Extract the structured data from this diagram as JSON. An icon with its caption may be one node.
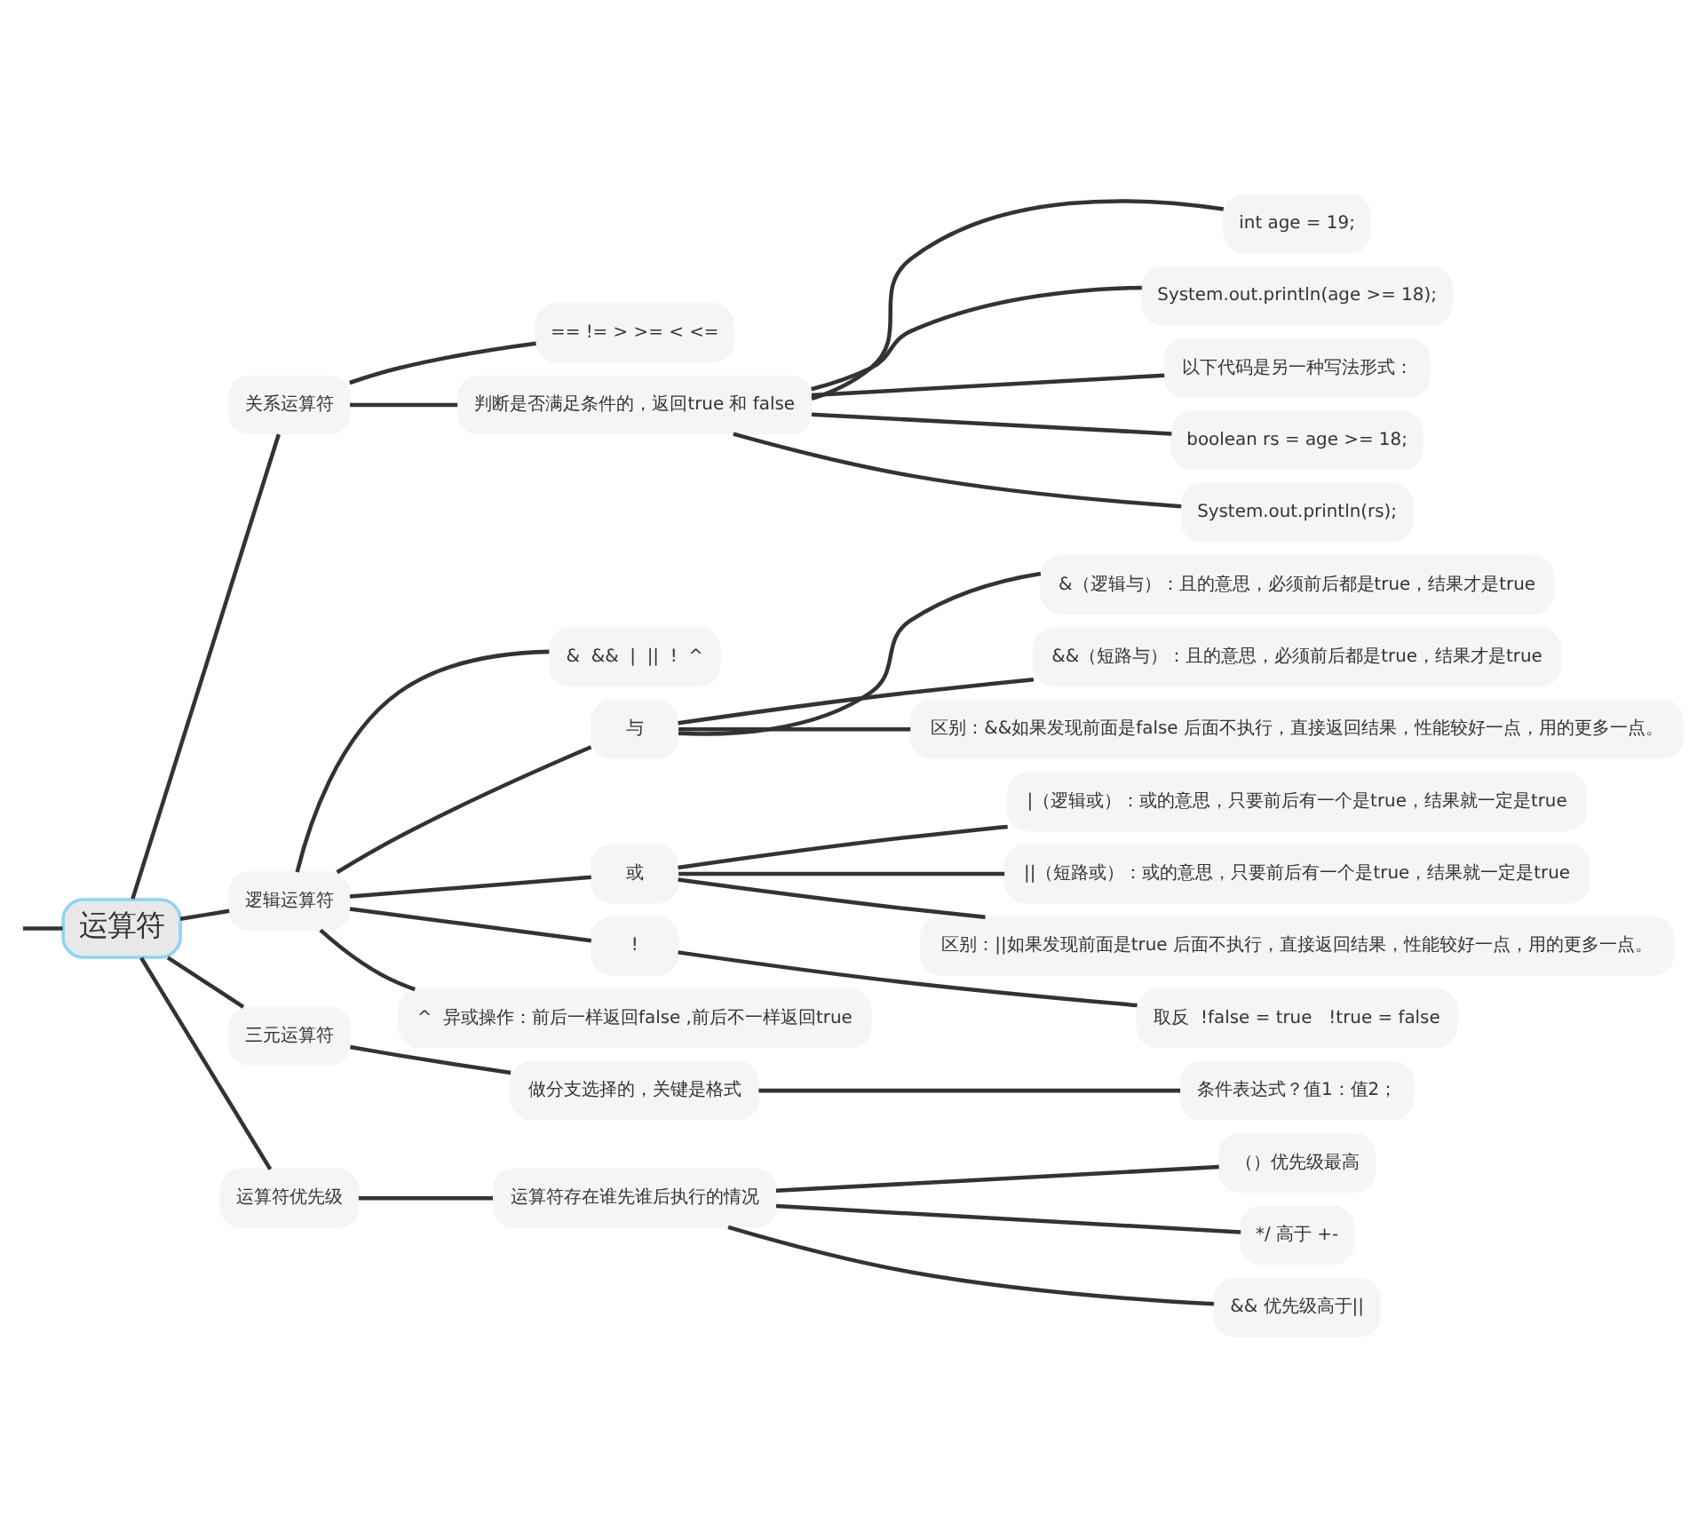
{
  "diagram": {
    "nodes": [
      {
        "text": [
          "运算符"
        ]
      },
      {
        "text": [
          "关系运算符"
        ]
      },
      {
        "text": [
          "== != > >= < <="
        ]
      },
      {
        "text": [
          "判断是否满足条件的，返回true 和 false"
        ]
      },
      {
        "text": [
          "int age = 19;"
        ]
      },
      {
        "text": [
          "System.out.println(age >= 18);"
        ]
      },
      {
        "text": [
          "以下代码是另一种写法形式："
        ]
      },
      {
        "text": [
          "boolean rs = age >= 18;"
        ]
      },
      {
        "text": [
          "System.out.println(rs);"
        ]
      },
      {
        "text": [
          "逻辑运算符"
        ]
      },
      {
        "text": [
          "&  &&  |  ||  !  ^"
        ]
      },
      {
        "text": [
          "与"
        ]
      },
      {
        "text": [
          "&（逻辑与）：且的意思，必须前后都是true，结果才是true"
        ]
      },
      {
        "text": [
          "&&（短路与）：且的意思，必须前后都是true，结果才是true"
        ]
      },
      {
        "text": [
          "区别：&&如果发现前面是false 后面不执行，直接返回结果，性能较好一点，用的更多一点。"
        ]
      },
      {
        "text": [
          "或"
        ]
      },
      {
        "text": [
          "|（逻辑或）：或的意思，只要前后有一个是true，结果就一定是true"
        ]
      },
      {
        "text": [
          "||（短路或）：或的意思，只要前后有一个是true，结果就一定是true"
        ]
      },
      {
        "text": [
          "区别：||如果发现前面是true 后面不执行，直接返回结果，性能较好一点，用的更多一点。"
        ]
      },
      {
        "text": [
          "!"
        ]
      },
      {
        "text": [
          "取反  !false = true   !true = false"
        ]
      },
      {
        "text": [
          "^  异或操作：前后一样返回false ,前后不一样返回true"
        ]
      },
      {
        "text": [
          "三元运算符"
        ]
      },
      {
        "text": [
          "做分支选择的，关键是格式"
        ]
      },
      {
        "text": [
          "条件表达式？值1：值2；"
        ]
      },
      {
        "text": [
          "运算符优先级"
        ]
      },
      {
        "text": [
          "运算符存在谁先谁后执行的情况"
        ]
      },
      {
        "text": [
          "（）优先级最高"
        ]
      },
      {
        "text": [
          "*/ 高于 +-"
        ]
      },
      {
        "text": [
          "&& 优先级高于||"
        ]
      }
    ],
    "edges": [
      {
        "from": null,
        "to": 0,
        "arrow": "none"
      },
      {
        "from": 0,
        "to": 1,
        "arrow": "none"
      },
      {
        "from": 1,
        "to": 2,
        "arrow": "none"
      },
      {
        "from": 1,
        "to": 3,
        "arrow": "none"
      },
      {
        "from": 3,
        "to": 4,
        "arrow": "none"
      },
      {
        "from": 3,
        "to": 5,
        "arrow": "none"
      },
      {
        "from": 3,
        "to": 6,
        "arrow": "none"
      },
      {
        "from": 3,
        "to": 7,
        "arrow": "none"
      },
      {
        "from": 3,
        "to": 8,
        "arrow": "none"
      },
      {
        "from": 0,
        "to": 9,
        "arrow": "none"
      },
      {
        "from": 9,
        "to": 10,
        "arrow": "none"
      },
      {
        "from": 9,
        "to": 11,
        "arrow": "none"
      },
      {
        "from": 11,
        "to": 12,
        "arrow": "none"
      },
      {
        "from": 11,
        "to": 13,
        "arrow": "none"
      },
      {
        "from": 11,
        "to": 14,
        "arrow": "none"
      },
      {
        "from": 9,
        "to": 15,
        "arrow": "none"
      },
      {
        "from": 15,
        "to": 16,
        "arrow": "none"
      },
      {
        "from": 15,
        "to": 17,
        "arrow": "none"
      },
      {
        "from": 15,
        "to": 18,
        "arrow": "none"
      },
      {
        "from": 9,
        "to": 19,
        "arrow": "none"
      },
      {
        "from": 19,
        "to": 20,
        "arrow": "none"
      },
      {
        "from": 9,
        "to": 21,
        "arrow": "none"
      },
      {
        "from": 0,
        "to": 22,
        "arrow": "none"
      },
      {
        "from": 22,
        "to": 23,
        "arrow": "none"
      },
      {
        "from": 23,
        "to": 24,
        "arrow": "none"
      },
      {
        "from": 0,
        "to": 25,
        "arrow": "none"
      },
      {
        "from": 25,
        "to": 26,
        "arrow": "none"
      },
      {
        "from": 26,
        "to": 27,
        "arrow": "none"
      },
      {
        "from": 26,
        "to": 28,
        "arrow": "none"
      },
      {
        "from": 26,
        "to": 29,
        "arrow": "none"
      }
    ]
  }
}
